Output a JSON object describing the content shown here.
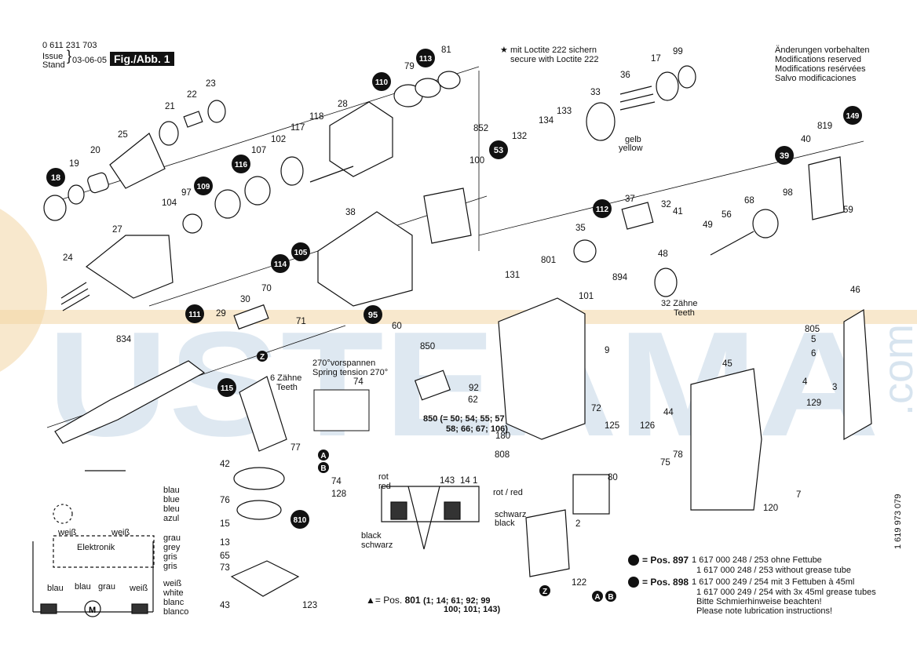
{
  "header": {
    "doc_number": "0 611 231 703",
    "issue_label": "Issue",
    "stand_label": "Stand",
    "issue_date": "03-06-05",
    "figure_label": "Fig./Abb. 1"
  },
  "loctite_note": {
    "symbol": "★",
    "line1": "mit Loctite 222 sichern",
    "line2": "secure with Loctite 222"
  },
  "modifications_note": [
    "Änderungen vorbehalten",
    "Modifications reserved",
    "Modifications resérvées",
    "Salvo modificaciones"
  ],
  "lubrication_notes": {
    "pos897_label": "= Pos. 897",
    "pos897_line1": "1 617 000 248 / 253 ohne Fettube",
    "pos897_line2": "1 617 000 248 / 253 without grease tube",
    "pos898_label": "= Pos. 898",
    "pos898_line1": "1 617 000 249 / 254 mit 3 Fettuben à 45ml",
    "pos898_line2": "1 617 000 249 / 254 with 3x 45ml grease tubes",
    "line_de": "Bitte Schmierhinweise beachten!",
    "line_en": "Please note lubrication instructions!"
  },
  "pos801_note": {
    "label": "▲= Pos.",
    "pos": "801",
    "line1": "(1; 14; 61; 92; 99",
    "line2": "100; 101; 143)"
  },
  "pos850_note": {
    "line1": "850 (= 50; 54; 55; 57",
    "line2": "58; 66; 67; 106)"
  },
  "side_code": "1 619 973 079",
  "watermark": {
    "text": "USTEAMA",
    "suffix": ".com"
  },
  "teeth_labels": {
    "six_de": "6 Zähne",
    "six_en": "Teeth",
    "thirtytwo_de": "32 Zähne",
    "thirtytwo_en": "Teeth"
  },
  "spring_tension": {
    "de": "270°vorspannen",
    "en": "Spring tension 270°"
  },
  "color_label_yellow": {
    "de": "gelb",
    "en": "yellow"
  },
  "wire_colors": {
    "blue": [
      "blau",
      "blue",
      "bleu",
      "azul"
    ],
    "grey": [
      "grau",
      "grey",
      "gris",
      "gris"
    ],
    "white": [
      "weiß",
      "white",
      "blanc",
      "blanco"
    ],
    "elektronik": "Elektronik",
    "weiss": "weiß",
    "blau": "blau",
    "grau": "grau",
    "motor": "M"
  },
  "detail_labels": {
    "rot_red": [
      "rot",
      "red"
    ],
    "black_schwarz": [
      "black",
      "schwarz"
    ],
    "rot_red_slash": "rot / red",
    "schwarz_black": [
      "schwarz",
      "black"
    ]
  },
  "filled_badges": [
    "18",
    "109",
    "116",
    "110",
    "113",
    "53",
    "39",
    "149",
    "114",
    "105",
    "111",
    "95",
    "115",
    "112",
    "810"
  ],
  "part_numbers": [
    "19",
    "20",
    "21",
    "22",
    "23",
    "25",
    "27",
    "24",
    "28",
    "79",
    "81",
    "97",
    "104",
    "107",
    "102",
    "117",
    "118",
    "100",
    "852",
    "132",
    "134",
    "133",
    "33",
    "36",
    "17",
    "99",
    "819",
    "40",
    "59",
    "98",
    "68",
    "56",
    "49",
    "37",
    "32",
    "41",
    "35",
    "48",
    "894",
    "38",
    "70",
    "71",
    "60",
    "30",
    "29",
    "834",
    "850",
    "92",
    "62",
    "801",
    "131",
    "101",
    "9",
    "72",
    "180",
    "808",
    "125",
    "46",
    "805",
    "5",
    "6",
    "45",
    "4",
    "129",
    "44",
    "126",
    "78",
    "75",
    "7",
    "120",
    "77",
    "42",
    "74",
    "128",
    "76",
    "15",
    "13",
    "65",
    "73",
    "43",
    "123",
    "143",
    "14",
    "1",
    "80",
    "2",
    "122",
    "3",
    "A",
    "B",
    "Z"
  ],
  "colors": {
    "ink": "#111111",
    "watermark_orange": "#f0c98a",
    "watermark_blue": "#aac4dc"
  }
}
